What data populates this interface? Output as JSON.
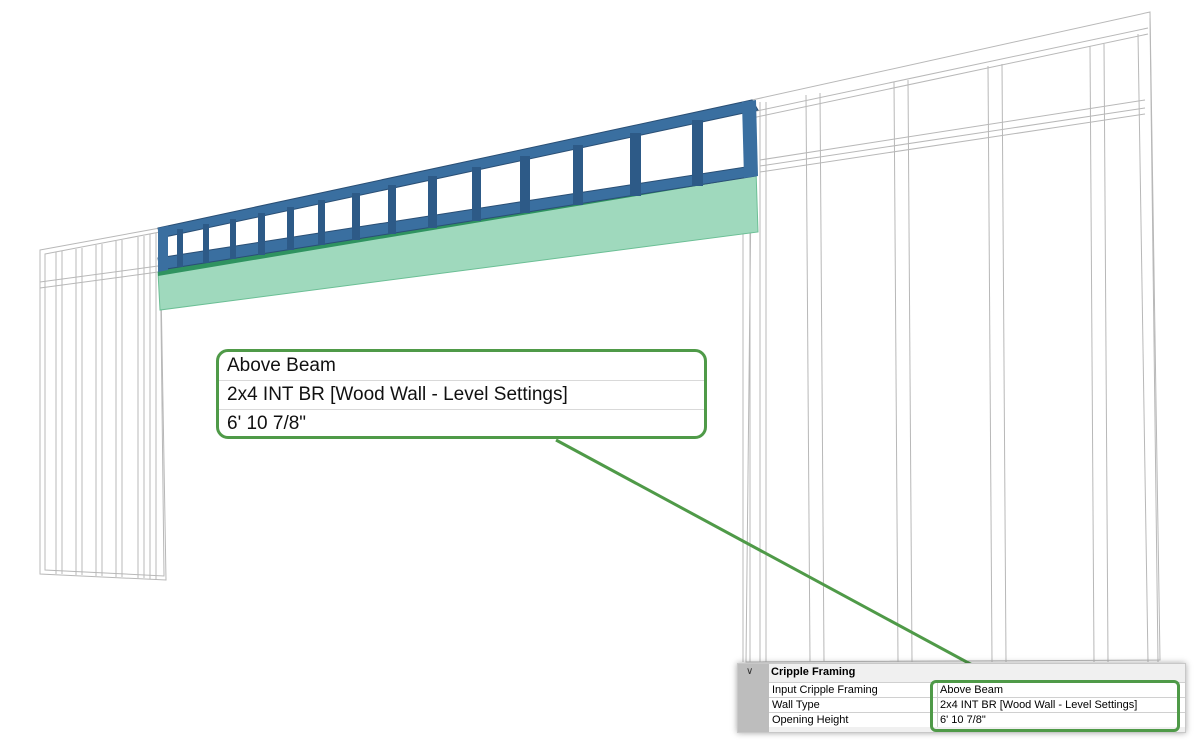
{
  "callout": {
    "rows": [
      "Above Beam",
      "2x4 INT BR [Wood Wall - Level Settings]",
      "6' 10 7/8\""
    ]
  },
  "properties": {
    "group_title": "Cripple Framing",
    "rows": [
      {
        "label": "Input Cripple Framing",
        "value": "Above Beam"
      },
      {
        "label": "Wall Type",
        "value": "2x4 INT BR [Wood Wall - Level Settings]"
      },
      {
        "label": "Opening Height",
        "value": "6' 10 7/8\""
      }
    ]
  },
  "colors": {
    "beam_blue": "#3a6fa0",
    "opening_green": "#9fd9bd",
    "highlight_green": "#4f9a48",
    "wire_gray": "#b8b8b8"
  }
}
